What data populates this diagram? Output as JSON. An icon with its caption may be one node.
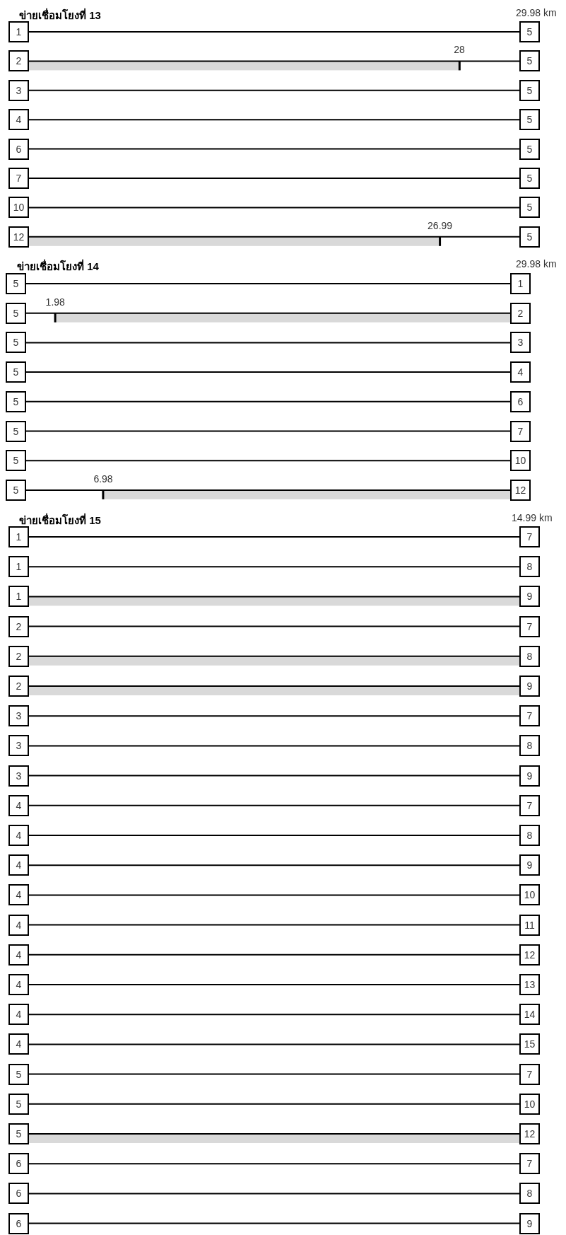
{
  "diagram": {
    "nodes": [
      {
        "text": [
          "1"
        ]
      },
      {
        "text": [
          "5"
        ]
      },
      {
        "text": [
          "2"
        ]
      },
      {
        "text": [
          "5"
        ]
      },
      {
        "text": [
          "3"
        ]
      },
      {
        "text": [
          "5"
        ]
      },
      {
        "text": [
          "4"
        ]
      },
      {
        "text": [
          "5"
        ]
      },
      {
        "text": [
          "6"
        ]
      },
      {
        "text": [
          "5"
        ]
      },
      {
        "text": [
          "7"
        ]
      },
      {
        "text": [
          "5"
        ]
      },
      {
        "text": [
          "10"
        ]
      },
      {
        "text": [
          "5"
        ]
      },
      {
        "text": [
          "12"
        ]
      },
      {
        "text": [
          "5"
        ]
      },
      {
        "text": [
          "5"
        ]
      },
      {
        "text": [
          "1"
        ]
      },
      {
        "text": [
          "5"
        ]
      },
      {
        "text": [
          "2"
        ]
      },
      {
        "text": [
          "5"
        ]
      },
      {
        "text": [
          "3"
        ]
      },
      {
        "text": [
          "5"
        ]
      },
      {
        "text": [
          "4"
        ]
      },
      {
        "text": [
          "5"
        ]
      },
      {
        "text": [
          "6"
        ]
      },
      {
        "text": [
          "5"
        ]
      },
      {
        "text": [
          "7"
        ]
      },
      {
        "text": [
          "5"
        ]
      },
      {
        "text": [
          "10"
        ]
      },
      {
        "text": [
          "5"
        ]
      },
      {
        "text": [
          "12"
        ]
      },
      {
        "text": [
          "1"
        ]
      },
      {
        "text": [
          "7"
        ]
      },
      {
        "text": [
          "1"
        ]
      },
      {
        "text": [
          "8"
        ]
      },
      {
        "text": [
          "1"
        ]
      },
      {
        "text": [
          "9"
        ]
      },
      {
        "text": [
          "2"
        ]
      },
      {
        "text": [
          "7"
        ]
      },
      {
        "text": [
          "2"
        ]
      },
      {
        "text": [
          "8"
        ]
      },
      {
        "text": [
          "2"
        ]
      },
      {
        "text": [
          "9"
        ]
      },
      {
        "text": [
          "3"
        ]
      },
      {
        "text": [
          "7"
        ]
      },
      {
        "text": [
          "3"
        ]
      },
      {
        "text": [
          "8"
        ]
      },
      {
        "text": [
          "3"
        ]
      },
      {
        "text": [
          "9"
        ]
      },
      {
        "text": [
          "4"
        ]
      },
      {
        "text": [
          "7"
        ]
      },
      {
        "text": [
          "4"
        ]
      },
      {
        "text": [
          "8"
        ]
      },
      {
        "text": [
          "4"
        ]
      },
      {
        "text": [
          "9"
        ]
      },
      {
        "text": [
          "4"
        ]
      },
      {
        "text": [
          "10"
        ]
      },
      {
        "text": [
          "4"
        ]
      },
      {
        "text": [
          "11"
        ]
      },
      {
        "text": [
          "4"
        ]
      },
      {
        "text": [
          "12"
        ]
      },
      {
        "text": [
          "4"
        ]
      },
      {
        "text": [
          "13"
        ]
      },
      {
        "text": [
          "4"
        ]
      },
      {
        "text": [
          "14"
        ]
      },
      {
        "text": [
          "4"
        ]
      },
      {
        "text": [
          "15"
        ]
      },
      {
        "text": [
          "5"
        ]
      },
      {
        "text": [
          "7"
        ]
      },
      {
        "text": [
          "5"
        ]
      },
      {
        "text": [
          "10"
        ]
      },
      {
        "text": [
          "5"
        ]
      },
      {
        "text": [
          "12"
        ]
      },
      {
        "text": [
          "6"
        ]
      },
      {
        "text": [
          "7"
        ]
      },
      {
        "text": [
          "6"
        ]
      },
      {
        "text": [
          "8"
        ]
      },
      {
        "text": [
          "6"
        ]
      },
      {
        "text": [
          "9"
        ]
      }
    ],
    "edges": [
      {
        "from": 0,
        "to": 1,
        "arrow": "none"
      },
      {
        "from": 2,
        "to": 3,
        "arrow": "none",
        "label": "28"
      },
      {
        "from": 4,
        "to": 5,
        "arrow": "none"
      },
      {
        "from": 6,
        "to": 7,
        "arrow": "none"
      },
      {
        "from": 8,
        "to": 9,
        "arrow": "none"
      },
      {
        "from": 10,
        "to": 11,
        "arrow": "none"
      },
      {
        "from": 12,
        "to": 13,
        "arrow": "none"
      },
      {
        "from": 14,
        "to": 15,
        "arrow": "none",
        "label": "26.99"
      },
      {
        "from": 16,
        "to": 17,
        "arrow": "none"
      },
      {
        "from": 18,
        "to": 19,
        "arrow": "none",
        "label": "1.98"
      },
      {
        "from": 20,
        "to": 21,
        "arrow": "none"
      },
      {
        "from": 22,
        "to": 23,
        "arrow": "none"
      },
      {
        "from": 24,
        "to": 25,
        "arrow": "none"
      },
      {
        "from": 26,
        "to": 27,
        "arrow": "none"
      },
      {
        "from": 28,
        "to": 29,
        "arrow": "none"
      },
      {
        "from": 30,
        "to": 31,
        "arrow": "none",
        "label": "6.98"
      },
      {
        "from": 32,
        "to": 33,
        "arrow": "none"
      },
      {
        "from": 34,
        "to": 35,
        "arrow": "none"
      },
      {
        "from": 36,
        "to": 37,
        "arrow": "none"
      },
      {
        "from": 38,
        "to": 39,
        "arrow": "none"
      },
      {
        "from": 40,
        "to": 41,
        "arrow": "none"
      },
      {
        "from": 42,
        "to": 43,
        "arrow": "none"
      },
      {
        "from": 44,
        "to": 45,
        "arrow": "none"
      },
      {
        "from": 46,
        "to": 47,
        "arrow": "none"
      },
      {
        "from": 48,
        "to": 49,
        "arrow": "none"
      },
      {
        "from": 50,
        "to": 51,
        "arrow": "none"
      },
      {
        "from": 52,
        "to": 53,
        "arrow": "none"
      },
      {
        "from": 54,
        "to": 55,
        "arrow": "none"
      },
      {
        "from": 56,
        "to": 57,
        "arrow": "none"
      },
      {
        "from": 58,
        "to": 59,
        "arrow": "none"
      },
      {
        "from": 60,
        "to": 61,
        "arrow": "none"
      },
      {
        "from": 62,
        "to": 63,
        "arrow": "none"
      },
      {
        "from": 64,
        "to": 65,
        "arrow": "none"
      },
      {
        "from": 66,
        "to": 67,
        "arrow": "none"
      },
      {
        "from": 68,
        "to": 69,
        "arrow": "none"
      },
      {
        "from": 70,
        "to": 71,
        "arrow": "none"
      },
      {
        "from": 72,
        "to": 73,
        "arrow": "none"
      },
      {
        "from": 74,
        "to": 75,
        "arrow": "none"
      },
      {
        "from": 76,
        "to": 77,
        "arrow": "none"
      },
      {
        "from": 78,
        "to": 79,
        "arrow": "none"
      }
    ],
    "labels": [
      "ข่ายเชื่อมโยงที่ 13",
      "29.98 km",
      "ข่ายเชื่อมโยงที่ 14",
      "29.98 km",
      "ข่ายเชื่อมโยงที่ 15",
      "14.99 km"
    ]
  }
}
